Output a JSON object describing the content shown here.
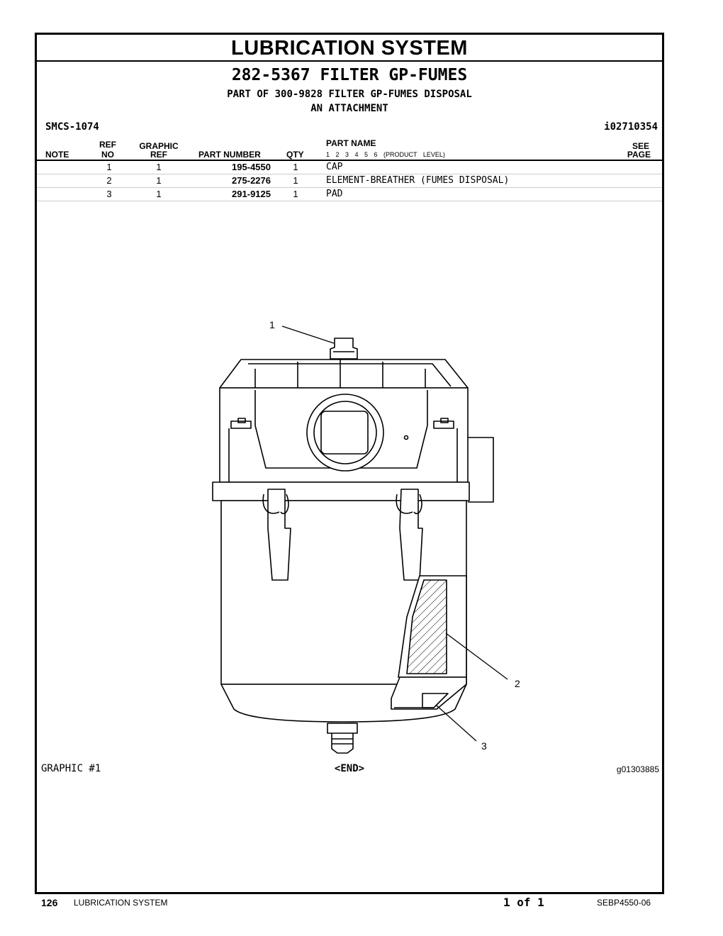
{
  "section_title": "LUBRICATION SYSTEM",
  "group": {
    "title": "282-5367 FILTER GP-FUMES",
    "subtitle_1": "PART OF 300-9828 FILTER GP-FUMES DISPOSAL",
    "subtitle_2": "AN ATTACHMENT"
  },
  "smcs": "SMCS-1074",
  "illustration_id": "i02710354",
  "table": {
    "headers": {
      "note": "NOTE",
      "ref_top": "REF",
      "ref_bottom": "NO",
      "graphic_top": "GRAPHIC",
      "graphic_bottom": "REF",
      "part_number": "PART NUMBER",
      "qty": "QTY",
      "part_name": "PART NAME",
      "levels": "1 2 3 4 5 6 (PRODUCT LEVEL)",
      "see_top": "SEE",
      "see_bottom": "PAGE"
    },
    "rows": [
      {
        "ref": "1",
        "graphic": "1",
        "part": "195-4550",
        "qty": "1",
        "name": "CAP"
      },
      {
        "ref": "2",
        "graphic": "1",
        "part": "275-2276",
        "qty": "1",
        "name": "ELEMENT-BREATHER (FUMES DISPOSAL)"
      },
      {
        "ref": "3",
        "graphic": "1",
        "part": "291-9125",
        "qty": "1",
        "name": "PAD"
      }
    ]
  },
  "callouts": [
    "1",
    "2",
    "3"
  ],
  "graphic_label": "GRAPHIC #1",
  "end_label": "<END>",
  "graphic_id": "g01303885",
  "footer": {
    "page": "126",
    "section": "LUBRICATION SYSTEM",
    "page_of": "1 of 1",
    "doc_id": "SEBP4550-06"
  }
}
